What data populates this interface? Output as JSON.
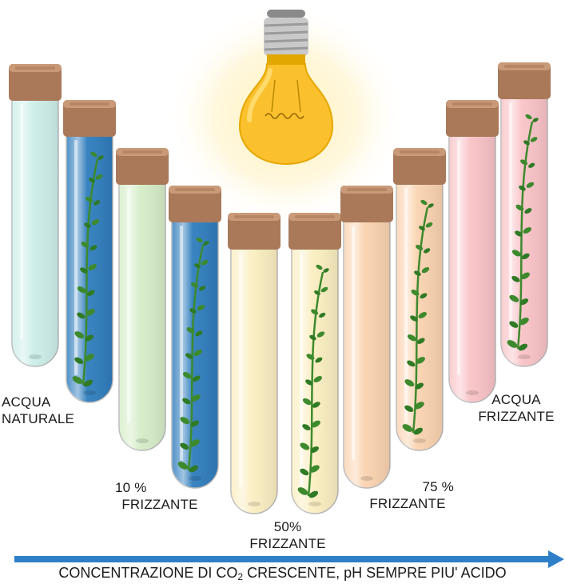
{
  "tubes": [
    {
      "liquid": "#cdeeea",
      "plant": false
    },
    {
      "liquid": "#2f7dbd",
      "plant": true
    },
    {
      "liquid": "#d6edc8",
      "plant": false
    },
    {
      "liquid": "#2f7dbd",
      "plant": true
    },
    {
      "liquid": "#fbeec1",
      "plant": false
    },
    {
      "liquid": "#fbeec1",
      "plant": true
    },
    {
      "liquid": "#fad3b0",
      "plant": false
    },
    {
      "liquid": "#fad3b0",
      "plant": true
    },
    {
      "liquid": "#f9c3c7",
      "plant": false
    },
    {
      "liquid": "#f9c3c7",
      "plant": true
    }
  ],
  "colors": {
    "cap": "#a9795a",
    "cap_top": "#c99a78",
    "plant": "#3d8a2e",
    "arrow": "#2e7fc8",
    "bulb": "#fbc02d",
    "bulb_glow": "#fff3c4"
  },
  "icons": {
    "lamp": "light-bulb-icon",
    "tube": "test-tube-icon",
    "plant": "plant-sprig-icon"
  },
  "labels": {
    "natural": {
      "line1": "ACQUA",
      "line2": "NATURALE"
    },
    "ten": {
      "line1": "10 %",
      "line2": "FRIZZANTE"
    },
    "fifty": {
      "line1": "50%",
      "line2": "FRIZZANTE"
    },
    "seventyfive": {
      "line1": "75 %",
      "line2": "FRIZZANTE"
    },
    "sparkling": {
      "line1": "ACQUA",
      "line2": "FRIZZANTE"
    }
  },
  "caption": {
    "before": "CONCENTRAZIONE DI CO",
    "sub": "2",
    "after": " CRESCENTE, pH SEMPRE PIU' ACIDO"
  }
}
